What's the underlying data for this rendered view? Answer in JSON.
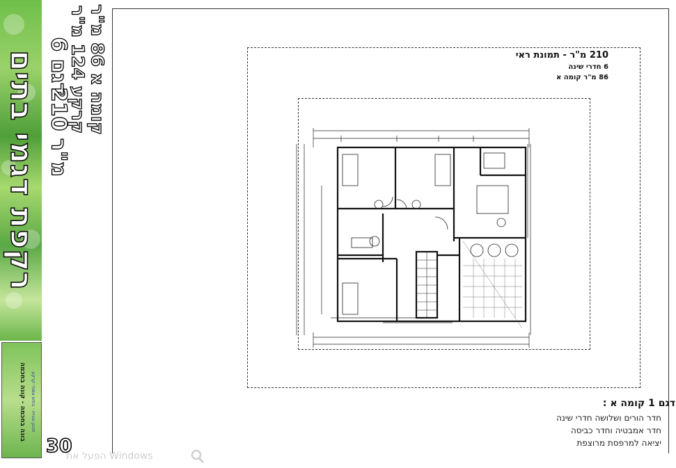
{
  "brand": {
    "title": "רקפת דגמי בתים",
    "slogan": "בונה בחכמה - קונה בחכמה",
    "tagline": "תכנון ובנייה · בתים צמודי קרקע"
  },
  "model": {
    "name": "דגם 6",
    "total_area": "210 מ\"ר",
    "ground_floor": "קרקע 124 מ\"ר",
    "first_floor": "קומה א 86 מ\"ר"
  },
  "plan": {
    "title": "210 מ\"ר - תמונת ראי",
    "line2": "6 חדרי שינה",
    "line3": "86 מ\"ר קומה א"
  },
  "description": {
    "title": "דגם 1 קומה א :",
    "lines": [
      "חדר הורים ושלושה חדרי שינה",
      "חדר אמבטיה וחדר כביסה",
      "יציאה למרפסת מרוצפת"
    ]
  },
  "footer": {
    "page_number": "30",
    "watermark": "הפעל את Windows"
  },
  "colors": {
    "strip_green": "#6fbf4a",
    "line": "#333333"
  }
}
